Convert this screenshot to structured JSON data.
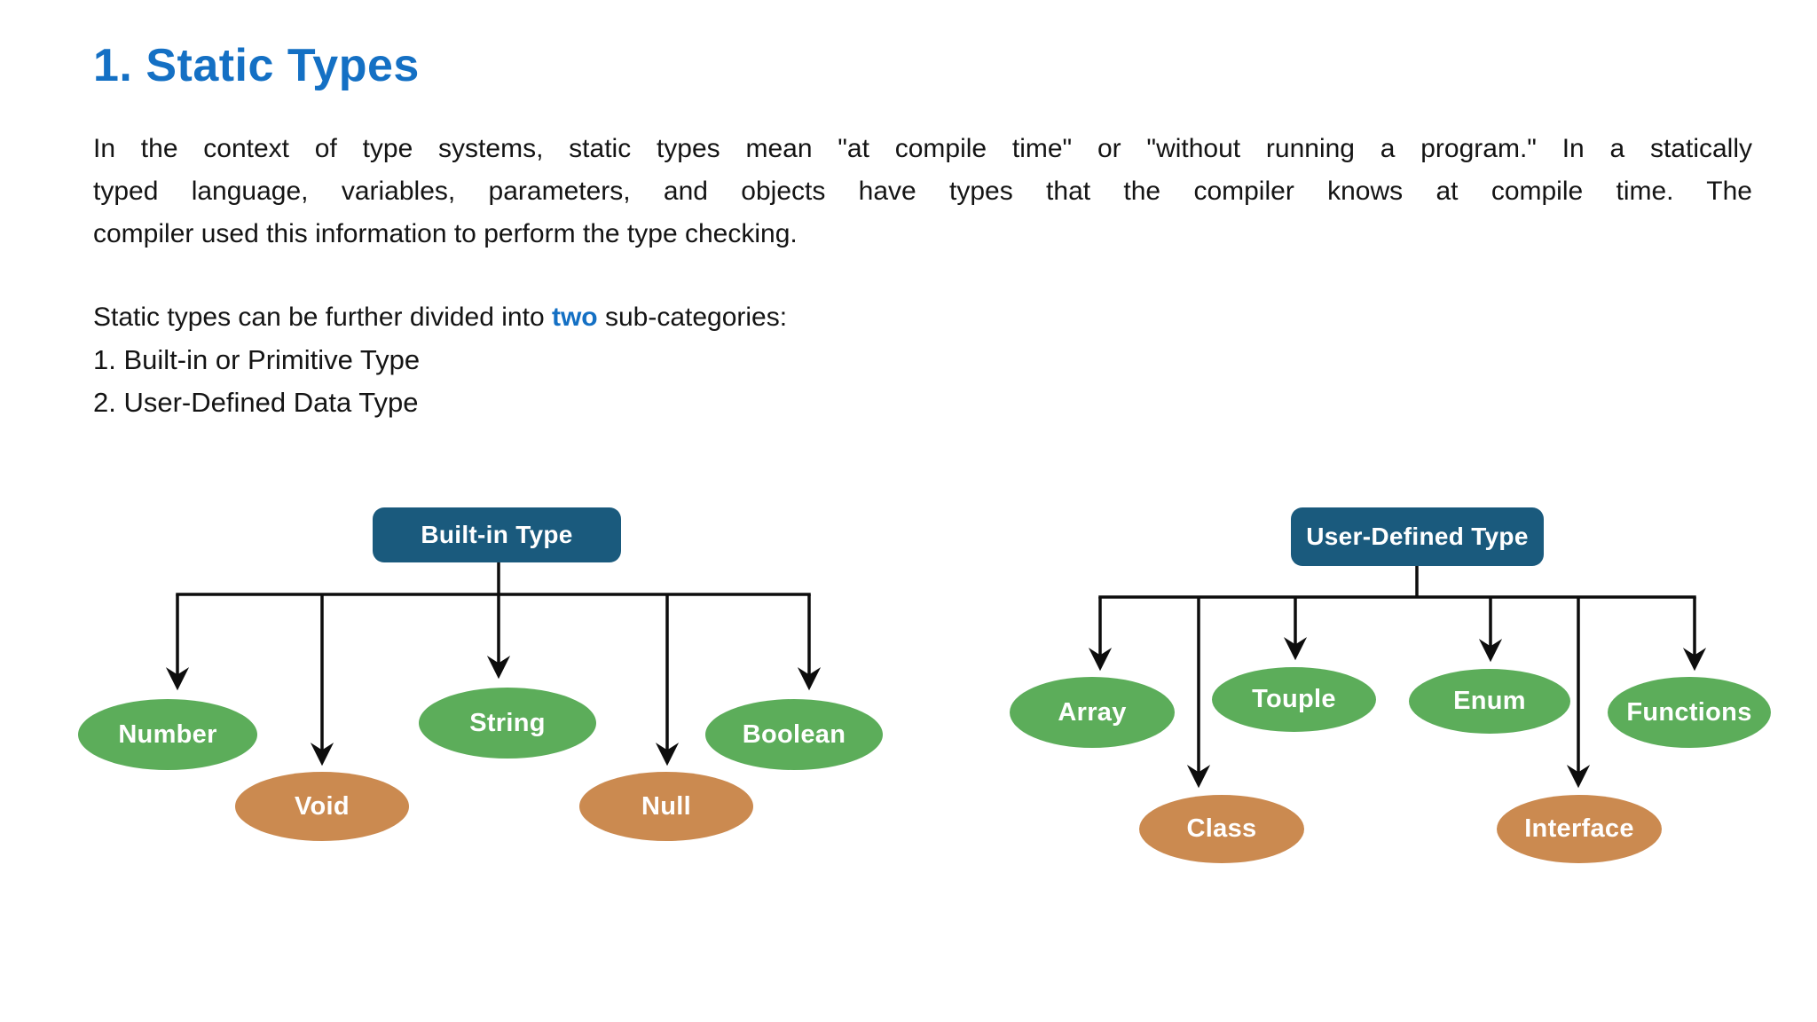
{
  "page": {
    "title": "1. Static Types",
    "paragraph_lines": [
      "In the context of type systems, static types mean \"at compile time\" or \"without running a program.\" In a statically",
      "typed language, variables, parameters, and objects have types that the compiler knows at compile time. The",
      "compiler used this information to perform the type checking."
    ],
    "subcategories_line": {
      "prefix": "Static types can be further divided into ",
      "highlight": "two",
      "suffix": " sub-categories:"
    },
    "list": [
      "1. Built-in or Primitive Type",
      "2. User-Defined Data Type"
    ]
  },
  "colors": {
    "title_blue": "#1470C4",
    "highlight_blue": "#1470C4",
    "header_box": "#1A5A7D",
    "green_node": "#5CAD5A",
    "orange_node": "#CB8A50",
    "line_black": "#0d0d0d"
  },
  "diagram": {
    "built_in": {
      "root": "Built-in Type",
      "children": [
        {
          "label": "Number",
          "color": "green"
        },
        {
          "label": "Void",
          "color": "orange"
        },
        {
          "label": "String",
          "color": "green"
        },
        {
          "label": "Null",
          "color": "orange"
        },
        {
          "label": "Boolean",
          "color": "green"
        }
      ]
    },
    "user_defined": {
      "root": "User-Defined Type",
      "children": [
        {
          "label": "Array",
          "color": "green"
        },
        {
          "label": "Class",
          "color": "orange"
        },
        {
          "label": "Touple",
          "color": "green"
        },
        {
          "label": "Enum",
          "color": "green"
        },
        {
          "label": "Interface",
          "color": "orange"
        },
        {
          "label": "Functions",
          "color": "green"
        }
      ]
    }
  }
}
